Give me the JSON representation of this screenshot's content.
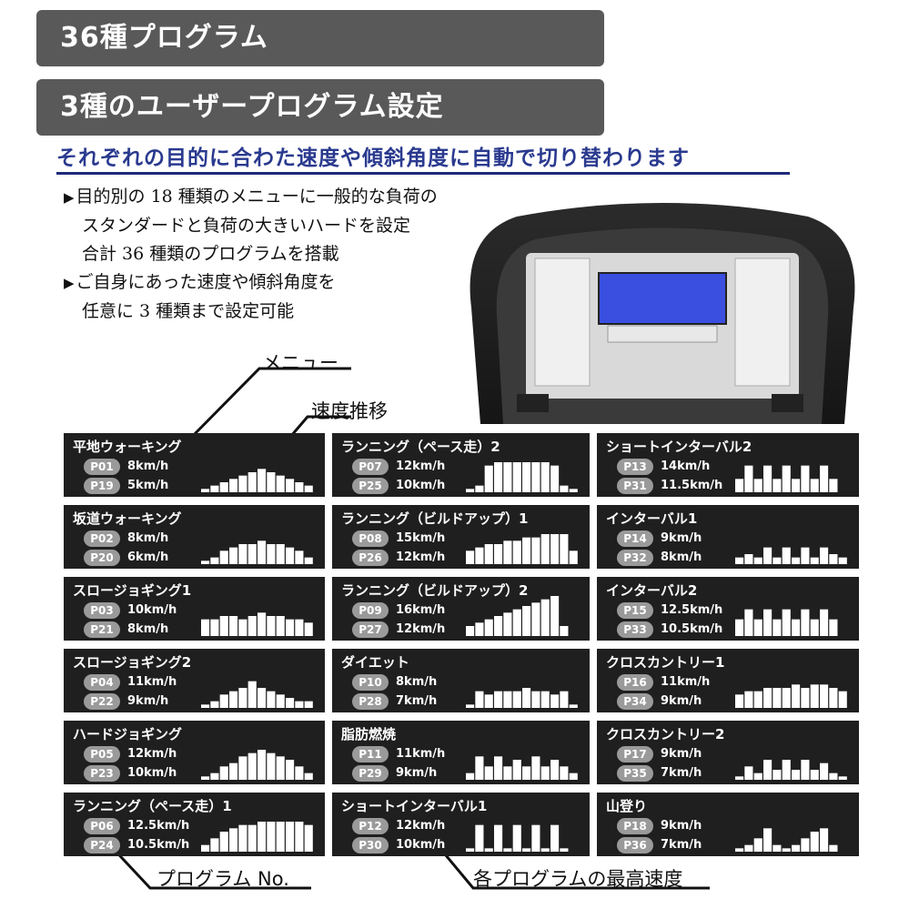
{
  "header": {
    "banner1": "36種プログラム",
    "banner2": "3種のユーザープログラム設定",
    "subtitle": "それぞれの目的に合わた速度や傾斜角度に自動で切り替わります"
  },
  "features": [
    {
      "lines": [
        "目的別の 18 種類のメニューに一般的な負荷の",
        "スタンダードと負荷の大きいハードを設定",
        "合計 36 種類のプログラムを搭載"
      ]
    },
    {
      "lines": [
        "ご自身にあった速度や傾斜角度を",
        "任意に 3 種類まで設定可能"
      ]
    }
  ],
  "feature_marker": "▶",
  "callouts": {
    "menu": "メニュー",
    "speed": "速度推移",
    "program_no": "プログラム No.",
    "max_speed": "各プログラムの最高速度"
  },
  "colors": {
    "banner": "#595959",
    "card": "#1f1f1f",
    "pill": "#9a9a9a",
    "subtitle": "#2a3a8f"
  },
  "programs": [
    {
      "name": "平地ウォーキング",
      "p1": "P01",
      "s1": "8km/h",
      "p2": "P19",
      "s2": "5km/h",
      "bars": [
        1,
        2,
        3,
        4,
        5,
        6,
        7,
        6,
        5,
        4,
        3,
        2
      ]
    },
    {
      "name": "ランニング（ペース走）2",
      "p1": "P07",
      "s1": "12km/h",
      "p2": "P25",
      "s2": "10km/h",
      "bars": [
        1,
        2,
        8,
        9,
        9,
        9,
        9,
        9,
        9,
        8,
        2,
        1
      ]
    },
    {
      "name": "ショートインターバル2",
      "p1": "P13",
      "s1": "14km/h",
      "p2": "P31",
      "s2": "11.5km/h",
      "bars": [
        4,
        8,
        4,
        8,
        4,
        8,
        4,
        8,
        4,
        8,
        4,
        0
      ]
    },
    {
      "name": "坂道ウォーキング",
      "p1": "P02",
      "s1": "8km/h",
      "p2": "P20",
      "s2": "6km/h",
      "bars": [
        1,
        2,
        4,
        5,
        6,
        6,
        7,
        6,
        6,
        5,
        4,
        2
      ]
    },
    {
      "name": "ランニング（ビルドアップ）1",
      "p1": "P08",
      "s1": "15km/h",
      "p2": "P26",
      "s2": "12km/h",
      "bars": [
        4,
        5,
        6,
        6,
        7,
        7,
        8,
        8,
        9,
        9,
        9,
        4
      ]
    },
    {
      "name": "インターバル1",
      "p1": "P14",
      "s1": "9km/h",
      "p2": "P32",
      "s2": "8km/h",
      "bars": [
        2,
        3,
        2,
        5,
        2,
        5,
        2,
        5,
        2,
        5,
        3,
        2
      ]
    },
    {
      "name": "スロージョギング1",
      "p1": "P03",
      "s1": "10km/h",
      "p2": "P21",
      "s2": "8km/h",
      "bars": [
        5,
        5,
        6,
        6,
        5,
        6,
        7,
        6,
        6,
        5,
        5,
        4
      ]
    },
    {
      "name": "ランニング（ビルドアップ）2",
      "p1": "P09",
      "s1": "16km/h",
      "p2": "P27",
      "s2": "12km/h",
      "bars": [
        3,
        4,
        5,
        6,
        7,
        8,
        9,
        10,
        11,
        12,
        3,
        0
      ]
    },
    {
      "name": "インターバル2",
      "p1": "P15",
      "s1": "12.5km/h",
      "p2": "P33",
      "s2": "10.5km/h",
      "bars": [
        5,
        8,
        5,
        8,
        5,
        8,
        5,
        8,
        5,
        8,
        5,
        0
      ]
    },
    {
      "name": "スロージョギング2",
      "p1": "P04",
      "s1": "11km/h",
      "p2": "P22",
      "s2": "9km/h",
      "bars": [
        1,
        2,
        4,
        5,
        6,
        8,
        6,
        5,
        4,
        3,
        2,
        2
      ]
    },
    {
      "name": "ダイエット",
      "p1": "P10",
      "s1": "8km/h",
      "p2": "P28",
      "s2": "7km/h",
      "bars": [
        1,
        5,
        4,
        5,
        5,
        5,
        6,
        5,
        5,
        4,
        5,
        1
      ]
    },
    {
      "name": "クロスカントリー1",
      "p1": "P16",
      "s1": "11km/h",
      "p2": "P34",
      "s2": "9km/h",
      "bars": [
        4,
        5,
        5,
        6,
        6,
        6,
        7,
        6,
        7,
        7,
        6,
        5
      ]
    },
    {
      "name": "ハードジョギング",
      "p1": "P05",
      "s1": "12km/h",
      "p2": "P23",
      "s2": "10km/h",
      "bars": [
        1,
        2,
        4,
        5,
        7,
        8,
        9,
        8,
        7,
        6,
        4,
        2
      ]
    },
    {
      "name": "脂肪燃焼",
      "p1": "P11",
      "s1": "11km/h",
      "p2": "P29",
      "s2": "9km/h",
      "bars": [
        2,
        7,
        4,
        7,
        4,
        6,
        4,
        7,
        4,
        6,
        4,
        2
      ]
    },
    {
      "name": "クロスカントリー2",
      "p1": "P17",
      "s1": "9km/h",
      "p2": "P35",
      "s2": "7km/h",
      "bars": [
        1,
        4,
        2,
        6,
        3,
        6,
        3,
        6,
        3,
        5,
        2,
        1
      ]
    },
    {
      "name": "ランニング（ペース走）1",
      "p1": "P06",
      "s1": "12.5km/h",
      "p2": "P24",
      "s2": "10.5km/h",
      "bars": [
        2,
        4,
        6,
        7,
        8,
        8,
        9,
        9,
        9,
        9,
        9,
        8
      ]
    },
    {
      "name": "ショートインターバル1",
      "p1": "P12",
      "s1": "12km/h",
      "p2": "P30",
      "s2": "10km/h",
      "bars": [
        1,
        8,
        1,
        8,
        1,
        8,
        1,
        8,
        1,
        8,
        1,
        0
      ]
    },
    {
      "name": "山登り",
      "p1": "P18",
      "s1": "9km/h",
      "p2": "P36",
      "s2": "7km/h",
      "bars": [
        1,
        2,
        4,
        7,
        2,
        1,
        2,
        4,
        6,
        7,
        2,
        0
      ]
    }
  ]
}
